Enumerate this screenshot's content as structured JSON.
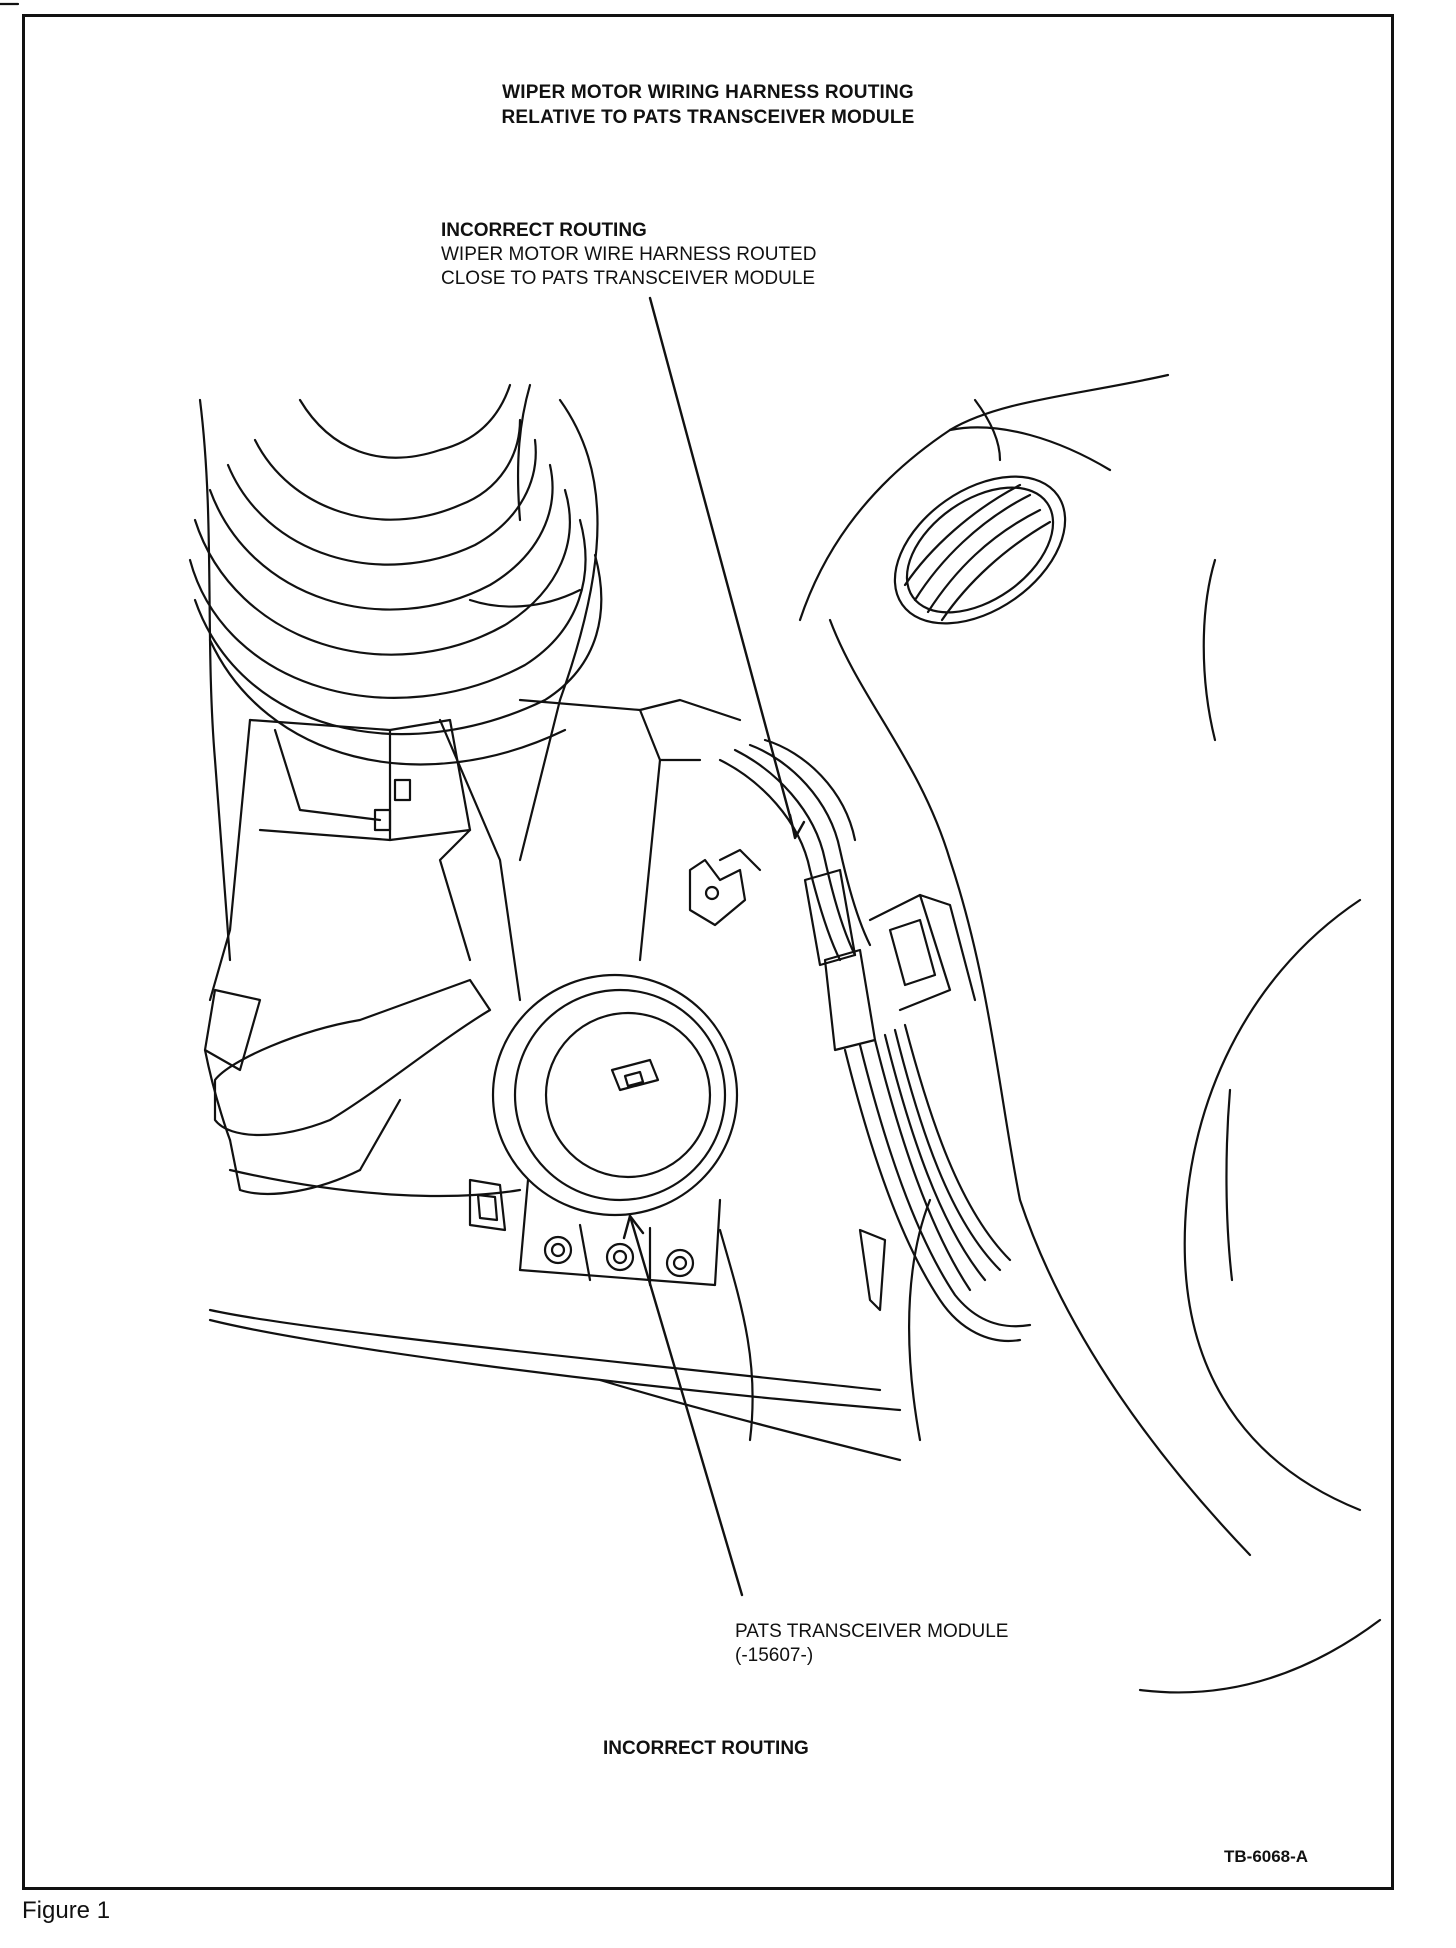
{
  "title": {
    "line1": "WIPER MOTOR WIRING HARNESS ROUTING",
    "line2": "RELATIVE TO PATS TRANSCEIVER MODULE"
  },
  "callout_top": {
    "heading": "INCORRECT ROUTING",
    "line1": "WIPER MOTOR WIRE HARNESS ROUTED",
    "line2": "CLOSE TO PATS TRANSCEIVER MODULE"
  },
  "callout_bottom": {
    "line1": "PATS TRANSCEIVER MODULE",
    "line2": "(-15607-)"
  },
  "bottom_label": "INCORRECT ROUTING",
  "drawing_id": "TB-6068-A",
  "caption": "Figure 1"
}
